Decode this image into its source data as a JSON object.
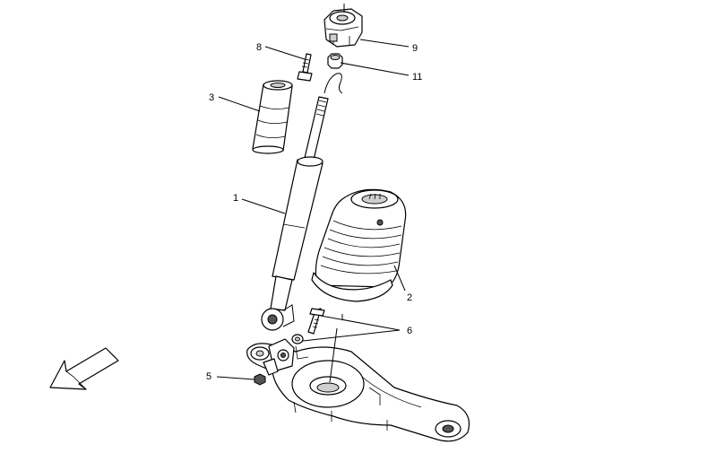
{
  "callouts": {
    "c1": "1",
    "c2": "2",
    "c3": "3",
    "c5": "5",
    "c6": "6",
    "c8": "8",
    "c9": "9",
    "c11": "11"
  },
  "colors": {
    "line": "#000000",
    "shade": "#cfcfcf",
    "background": "#ffffff"
  }
}
